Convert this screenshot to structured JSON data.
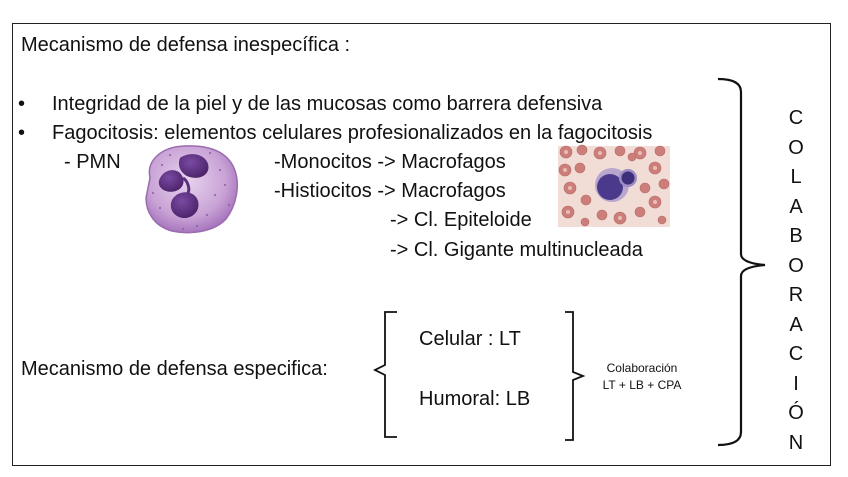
{
  "heading_nonspecific": "Mecanismo de defensa inespecífica :",
  "bullets": [
    "Integridad de la piel y de las mucosas como barrera defensiva",
    "Fagocitosis: elementos celulares profesionalizados en la fagocitosis"
  ],
  "pmn": "- PMN",
  "cells": {
    "monocitos": "-Monocitos -> Macrofagos",
    "histiocitos": "-Histiocitos -> Macrofagos",
    "epiteloide": "-> Cl. Epiteloide",
    "gigante": "-> Cl. Gigante multinucleada"
  },
  "heading_specific": "Mecanismo de defensa especifica:",
  "specific": {
    "celular": "Celular : LT",
    "humoral": "Humoral: LB",
    "colab_title": "Colaboración",
    "colab_detail": "LT + LB + CPA"
  },
  "vertical_word": [
    "C",
    "O",
    "L",
    "A",
    "B",
    "O",
    "R",
    "A",
    "C",
    "I",
    "Ó",
    "N"
  ],
  "colors": {
    "pmn_cytoplasm": "#c9a3d6",
    "pmn_nucleus": "#5a2f7e",
    "smear_background": "#f2dcd6",
    "red_cell": "#cc7f7a",
    "monocyte_nucleus": "#4b3a8c"
  }
}
